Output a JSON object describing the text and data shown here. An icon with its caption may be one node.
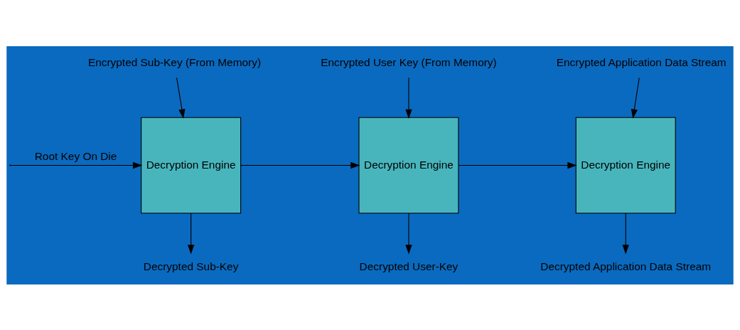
{
  "diagram": {
    "nodes": [
      {
        "text": [
          "Encrypted Sub-Key (From Memory)"
        ]
      },
      {
        "text": [
          "Decryption Engine"
        ]
      },
      {
        "text": [
          "Decrypted Sub-Key"
        ]
      },
      {
        "text": [
          "Encrypted User Key (From Memory)"
        ]
      },
      {
        "text": [
          "Decryption Engine"
        ]
      },
      {
        "text": [
          "Decrypted User-Key"
        ]
      },
      {
        "text": [
          "Encrypted Application Data Stream"
        ]
      },
      {
        "text": [
          "Decryption Engine"
        ]
      },
      {
        "text": [
          "Decrypted Application Data Stream"
        ]
      }
    ],
    "edges": [
      {
        "from": 0,
        "to": 1,
        "arrow": "to"
      },
      {
        "from": null,
        "to": 1,
        "arrow": "to",
        "label": "Root Key On Die"
      },
      {
        "from": 1,
        "to": 2,
        "arrow": "to"
      },
      {
        "from": 1,
        "to": 4,
        "arrow": "to"
      },
      {
        "from": 3,
        "to": 4,
        "arrow": "to"
      },
      {
        "from": 4,
        "to": 5,
        "arrow": "to"
      },
      {
        "from": 4,
        "to": 7,
        "arrow": "to"
      },
      {
        "from": 6,
        "to": 7,
        "arrow": "to"
      },
      {
        "from": 7,
        "to": 8,
        "arrow": "to"
      }
    ]
  }
}
